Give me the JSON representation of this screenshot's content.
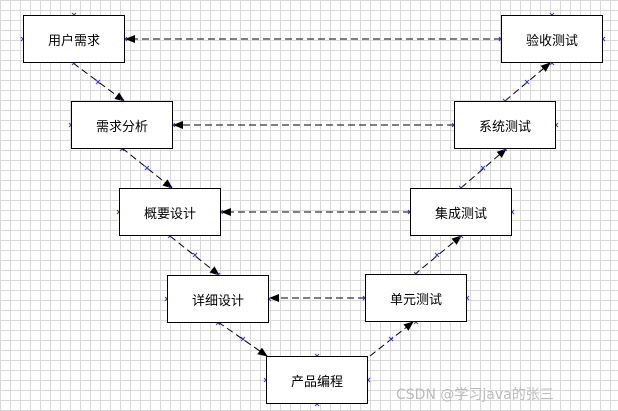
{
  "nodes": {
    "n1": "用户需求",
    "n2": "需求分析",
    "n3": "概要设计",
    "n4": "详细设计",
    "n5": "产品编程",
    "n6": "单元测试",
    "n7": "集成测试",
    "n8": "系统测试",
    "n9": "验收测试"
  },
  "watermark": "CSDN @学习java的张三",
  "colors": {
    "line": "#000000",
    "handle": "#3333cc",
    "grid": "#d9d9d9"
  }
}
